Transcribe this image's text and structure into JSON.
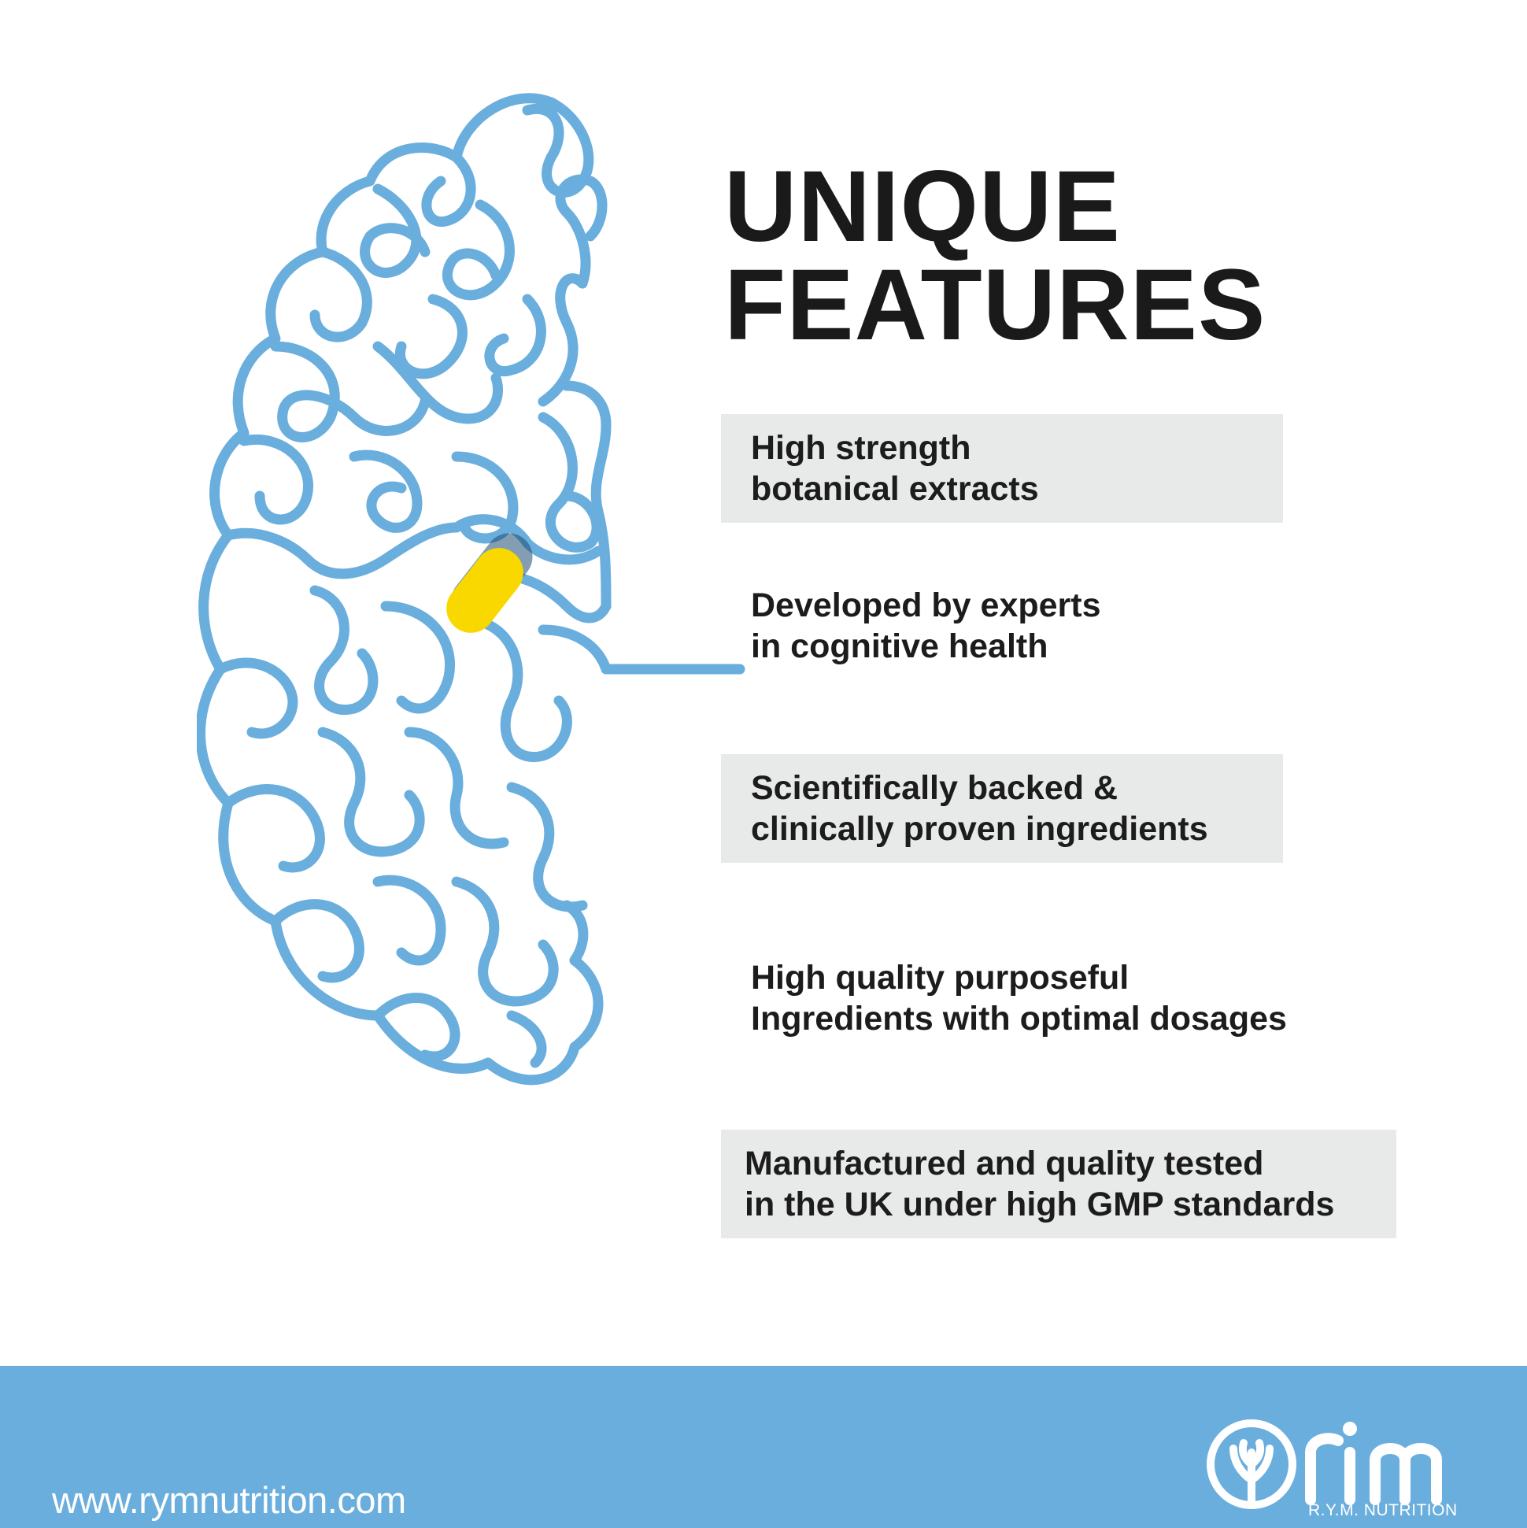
{
  "title": {
    "line1": "UNIQUE",
    "line2": "FEATURES"
  },
  "features": [
    {
      "line1": "High strength",
      "line2": "botanical extracts",
      "shaded": true
    },
    {
      "line1": "Developed by experts",
      "line2": "in cognitive health",
      "shaded": false
    },
    {
      "line1": "Scientifically backed &",
      "line2": "clinically proven ingredients",
      "shaded": true
    },
    {
      "line1": "High quality purposeful",
      "line2": "Ingredients with optimal dosages",
      "shaded": false
    },
    {
      "line1": "Manufactured and quality tested",
      "line2": "in the UK under high GMP standards",
      "shaded": true
    }
  ],
  "footer": {
    "website": "www.rymnutrition.com",
    "logo_text": "R.Y.M. NUTRITION",
    "background_color": "#6aaedd"
  },
  "colors": {
    "brain_line": "#6aaedd",
    "capsule": "#f9d800",
    "feature_box": "#e8e9e9",
    "text": "#1a1a1a"
  },
  "icons": [
    "brain-maze-icon",
    "capsule-icon",
    "rym-tree-logo-icon"
  ]
}
